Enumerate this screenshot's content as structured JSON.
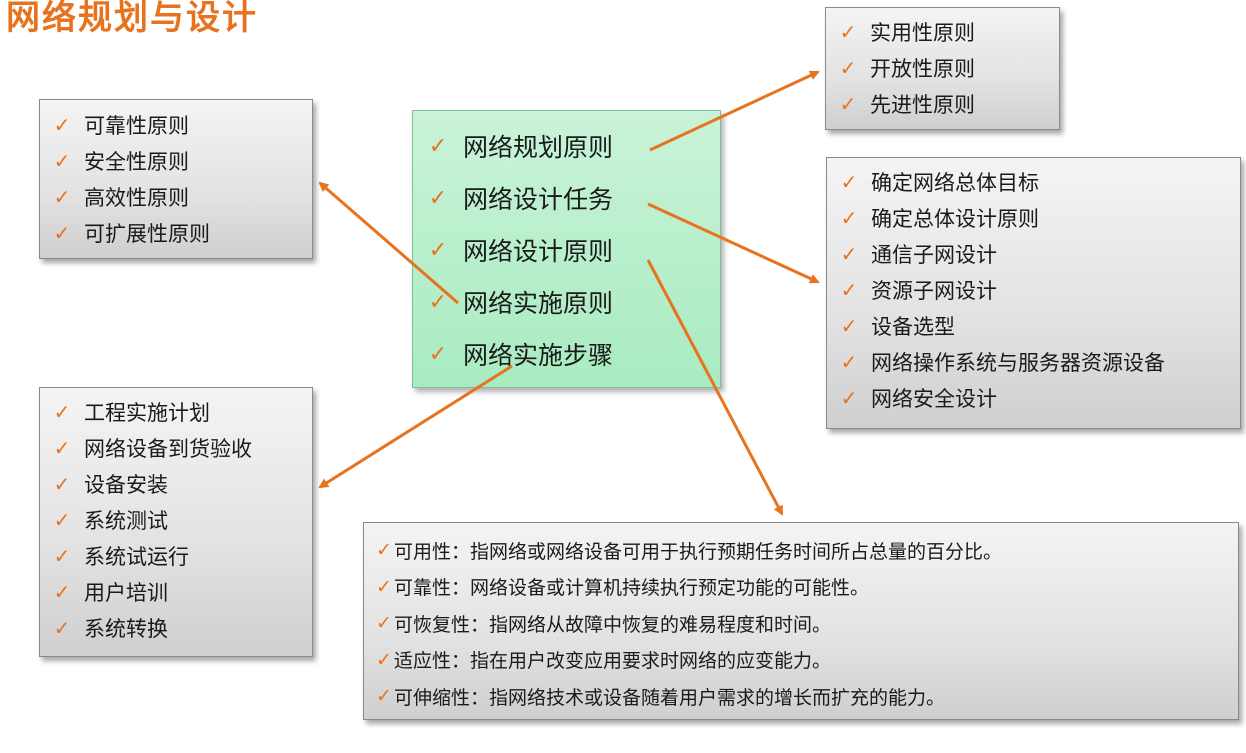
{
  "title": "网络规划与设计",
  "check_icon": "checkmark-icon",
  "accent": "#e8731f",
  "center": [
    "网络规划原则",
    "网络设计任务",
    "网络设计原则",
    "网络实施原则",
    "网络实施步骤"
  ],
  "planning_principles": [
    "实用性原则",
    "开放性原则",
    "先进性原则"
  ],
  "implementation_principles": [
    "可靠性原则",
    "安全性原则",
    "高效性原则",
    "可扩展性原则"
  ],
  "design_tasks": [
    "确定网络总体目标",
    "确定总体设计原则",
    "通信子网设计",
    "资源子网设计",
    "设备选型",
    "网络操作系统与服务器资源设备",
    "网络安全设计"
  ],
  "implementation_steps": [
    "工程实施计划",
    "网络设备到货验收",
    "设备安装",
    "系统测试",
    "系统试运行",
    "用户培训",
    "系统转换"
  ],
  "design_principles": [
    "可用性：指网络或网络设备可用于执行预期任务时间所占总量的百分比。",
    "可靠性：网络设备或计算机持续执行预定功能的可能性。",
    "可恢复性：指网络从故障中恢复的难易程度和时间。",
    "适应性：指在用户改变应用要求时网络的应变能力。",
    "可伸缩性：指网络技术或设备随着用户需求的增长而扩充的能力。"
  ]
}
